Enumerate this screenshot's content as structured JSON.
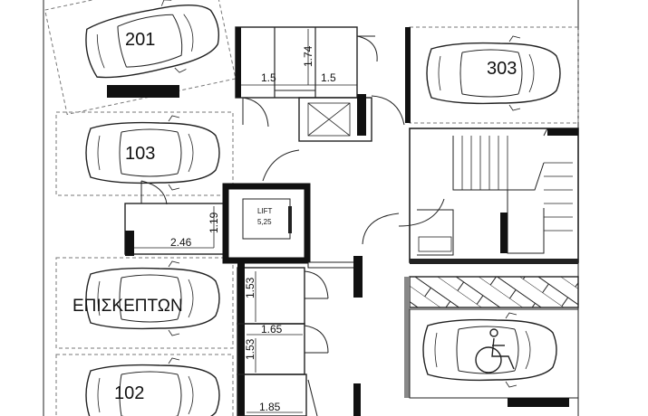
{
  "parking_spaces": [
    {
      "id": "space-201",
      "label": "201"
    },
    {
      "id": "space-103",
      "label": "103"
    },
    {
      "id": "space-visitors",
      "label": "ΕΠΙΣΚΕΠΤΩΝ"
    },
    {
      "id": "space-102",
      "label": "102"
    },
    {
      "id": "space-303",
      "label": "303"
    }
  ],
  "lift": {
    "title": "LIFT",
    "size": "5,25"
  },
  "dimensions": {
    "storage_top_left_width": "1.5",
    "storage_top_height": "1.74",
    "storage_top_right_width": "1.5",
    "room_left_height": "1.19",
    "room_left_width": "2.46",
    "storage_mid_height": "1.53",
    "storage_low_width": "1.65",
    "storage_low_height": "1.53",
    "storage_bottom_width": "1.85"
  },
  "icons": {
    "car": "car-icon",
    "wheelchair": "wheelchair-icon",
    "stairs": "stairs-icon",
    "door": "door-swing-icon"
  },
  "colors": {
    "line": "#222222",
    "wall": "#111111",
    "dash": "#777777"
  }
}
